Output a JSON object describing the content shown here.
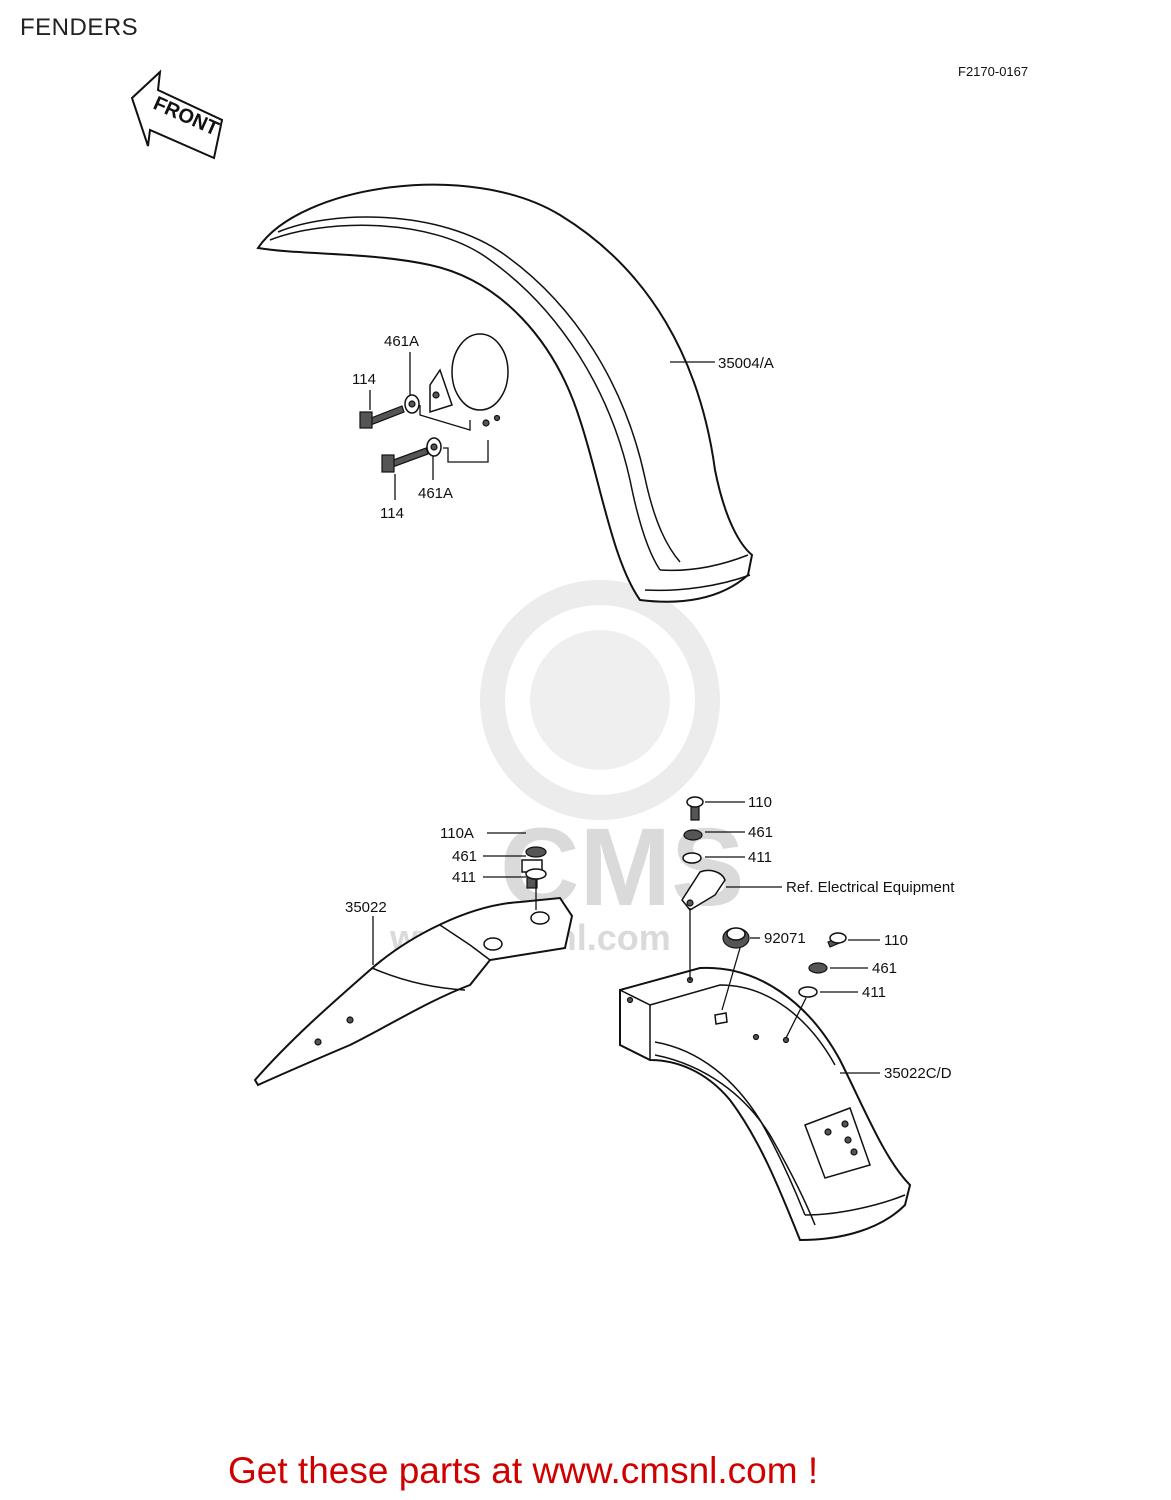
{
  "header": {
    "title": "FENDERS",
    "code": "F2170-0167"
  },
  "front_arrow": {
    "label": "FRONT"
  },
  "callouts": {
    "front_fender": "35004/A",
    "washer_upper": "461A",
    "bolt_upper": "114",
    "bolt_lower": "114",
    "washer_lower": "461A",
    "rear_left_bolt": "110A",
    "rear_left_washer_a": "461",
    "rear_left_washer_b": "411",
    "rear_front_fender": "35022",
    "rear_right_bolt_a": "110",
    "rear_right_washer_a": "461",
    "rear_right_washer_b": "411",
    "ref_electrical": "Ref. Electrical Equipment",
    "grommet": "92071",
    "rear_right_bolt_b": "110",
    "rear_right_washer_c": "461",
    "rear_right_washer_d": "411",
    "rear_fender": "35022C/D"
  },
  "watermark": {
    "text": "CMS",
    "url": "www.cmsnl.com"
  },
  "footer": {
    "promo": "Get these parts at www.cmsnl.com !"
  }
}
